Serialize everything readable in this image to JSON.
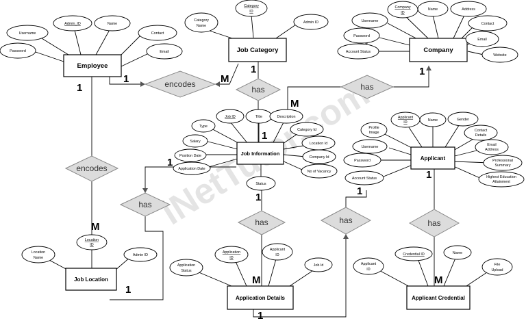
{
  "watermark": "iNetTutor.com",
  "entities": {
    "employee": "Employee",
    "job_category": "Job Category",
    "company": "Company",
    "job_information": "Job Information",
    "applicant": "Applicant",
    "job_location": "Job Location",
    "application_details": "Application Details",
    "applicant_credential": "Applicant Credential"
  },
  "relationships": {
    "emp_category": "encodes",
    "emp_location": "encodes",
    "category_job": "has",
    "company_job": "has",
    "location_job": "has",
    "job_application": "has",
    "applicant_application": "has",
    "applicant_credential": "has"
  },
  "attributes": {
    "employee": {
      "username": "Username",
      "admin_id": "Admin_ID",
      "name": "Name",
      "contact": "Contact",
      "password": "Password",
      "email": "Email"
    },
    "job_category": {
      "category_name": [
        "Category",
        "Name"
      ],
      "category_id": [
        "Category",
        "ID"
      ],
      "admin_id": "Admin ID"
    },
    "company": {
      "username": "Username",
      "company_id": [
        "Company",
        "ID"
      ],
      "name": "Name",
      "address": "Address",
      "password": "Password",
      "contact": "Contact",
      "account_status": "Account Status",
      "email": "Email",
      "website": "Website"
    },
    "job_information": {
      "job_id": "Job ID",
      "title": "Title",
      "description": "Description",
      "type": "Type",
      "category_id": "Category Id",
      "salary": "Salary",
      "location_id": "Location Id",
      "position_date": "Position Date",
      "company_id": "Company Id",
      "application_date": "Application Date",
      "no_of_vacancy": "No of Vacancy",
      "status": "Status"
    },
    "applicant": {
      "applicant_id": [
        "Applicant",
        "ID"
      ],
      "name": "Name",
      "gender": "Gender",
      "profile_image": [
        "Profile",
        "Image"
      ],
      "contact_details": [
        "Contact",
        "Details"
      ],
      "username": "Username",
      "email_address": [
        "Email",
        "Address"
      ],
      "password": "Password",
      "professional_summary": [
        "Professional",
        "Summary"
      ],
      "account_status": "Account Status",
      "education": [
        "Highest Education",
        "Attainment"
      ]
    },
    "job_location": {
      "location_name": [
        "Location",
        "Name"
      ],
      "location_id": [
        "Location",
        "ID"
      ],
      "admin_id": "Admin ID"
    },
    "application_details": {
      "application_status": [
        "Application",
        "Status"
      ],
      "application_id": [
        "Application",
        "ID"
      ],
      "applicant_id": [
        "Applicant",
        "ID"
      ],
      "job_id": "Job Id"
    },
    "applicant_credential": {
      "applicant_id": [
        "Applicant",
        "ID"
      ],
      "credential_id": "Credential ID",
      "name": "Name",
      "file_upload": [
        "File",
        "Upload"
      ]
    }
  },
  "cardinalities": {
    "emp_category_emp": "1",
    "emp_category_cat": "M",
    "cat_job_cat": "1",
    "cat_job_job": "1",
    "company_job_company": "1",
    "company_job_job": "M",
    "emp_location_emp": "1",
    "emp_location_loc": "M",
    "location_job_job": "1",
    "location_job_loc": "1",
    "job_application_job": "1",
    "job_application_app": "M",
    "applicant_application_applicant": "1",
    "applicant_application_app": "1",
    "applicant_credential_applicant": "1",
    "applicant_credential_cred": "M"
  }
}
